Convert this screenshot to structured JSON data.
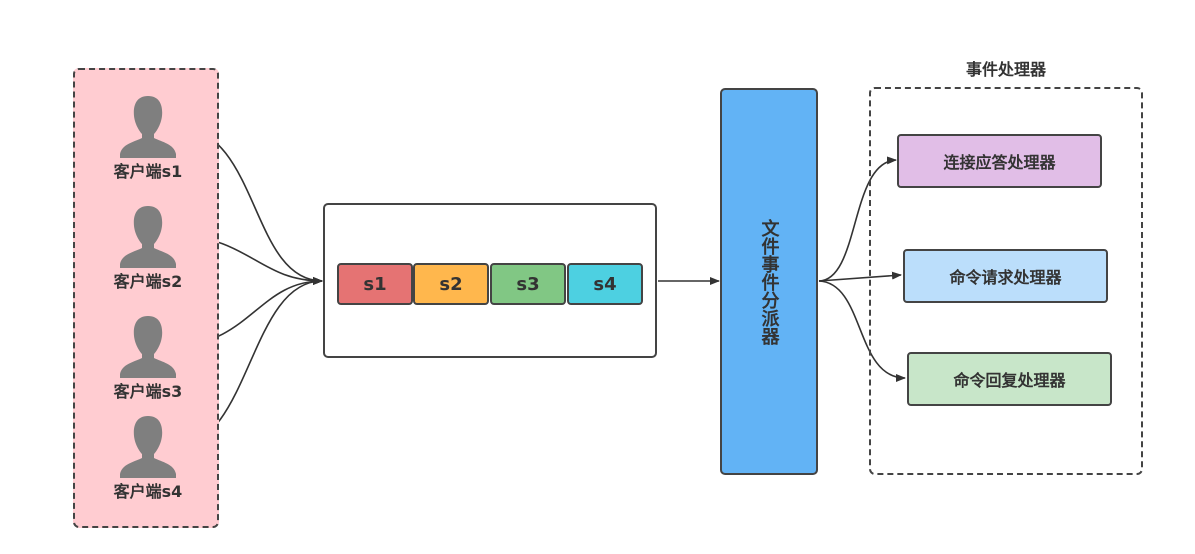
{
  "clients_group": {
    "clients": [
      {
        "label": "客户端s1",
        "icon": "user-icon"
      },
      {
        "label": "客户端s2",
        "icon": "user-icon"
      },
      {
        "label": "客户端s3",
        "icon": "user-icon"
      },
      {
        "label": "客户端s4",
        "icon": "user-icon"
      }
    ],
    "fill_color": "#ffccd1"
  },
  "socket_queue": {
    "slots": [
      {
        "label": "s1",
        "color": "#e57373"
      },
      {
        "label": "s2",
        "color": "#ffb74d"
      },
      {
        "label": "s3",
        "color": "#81c784"
      },
      {
        "label": "s4",
        "color": "#4dd0e1"
      }
    ]
  },
  "dispatcher": {
    "label": "文件事件分派器",
    "color": "#62b3f5"
  },
  "handlers_group": {
    "title": "事件处理器",
    "handlers": [
      {
        "label": "连接应答处理器",
        "color": "#e1bee7"
      },
      {
        "label": "命令请求处理器",
        "color": "#bbdefb"
      },
      {
        "label": "命令回复处理器",
        "color": "#c8e6c9"
      }
    ]
  }
}
